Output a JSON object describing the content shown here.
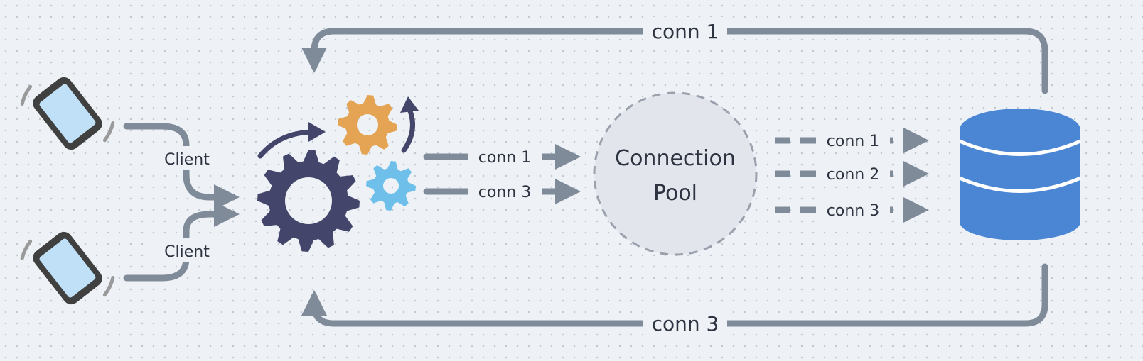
{
  "labels": {
    "conn1_top": "conn 1",
    "conn3_bottom": "conn 3",
    "client_top": "Client",
    "client_bottom": "Client",
    "app_conn1": "conn 1",
    "app_conn3": "conn 3",
    "pool_line1": "Connection",
    "pool_line2": "Pool",
    "pool_conn1": "conn 1",
    "pool_conn2": "conn 2",
    "pool_conn3": "conn 3"
  },
  "colors": {
    "connector": "#808b99",
    "gear_large": "#43466a",
    "gear_orange": "#e4a453",
    "gear_blue": "#6ec0ea",
    "database": "#4a86d4",
    "device_frame": "#404040",
    "device_screen": "#bfe0f7",
    "pool_fill": "#e2e5ec",
    "pool_border": "#9aa1ad"
  },
  "icons": [
    "phone-icon",
    "gear-icon",
    "database-icon",
    "arrow-icon"
  ]
}
